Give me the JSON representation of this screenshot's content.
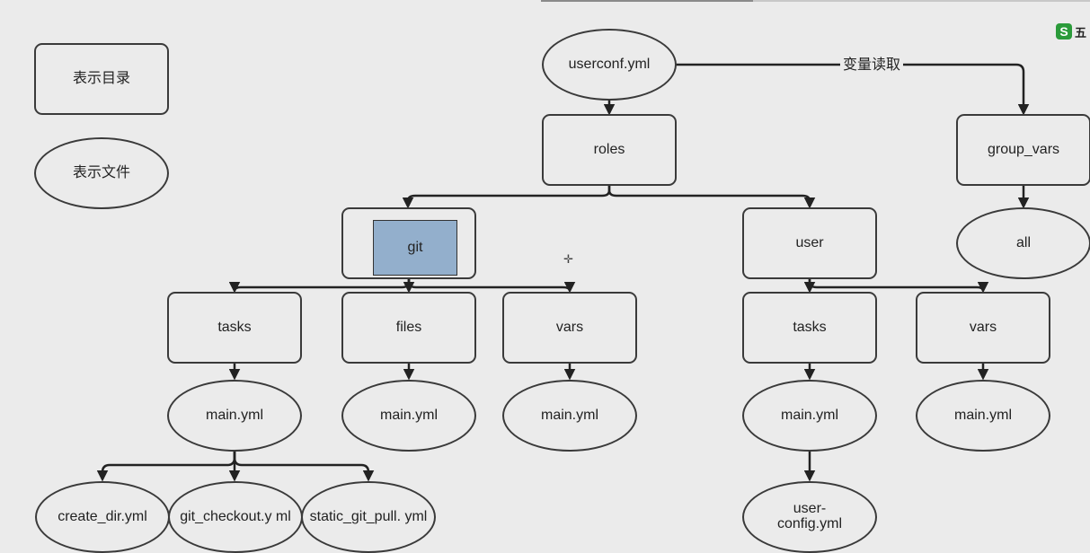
{
  "legend": {
    "directory_label": "表示目录",
    "file_label": "表示文件"
  },
  "nodes": {
    "userconf": "userconf.yml",
    "roles": "roles",
    "group_vars": "group_vars",
    "all": "all",
    "git": "git",
    "user": "user",
    "git_tasks": "tasks",
    "git_files": "files",
    "git_vars": "vars",
    "user_tasks": "tasks",
    "user_vars": "vars",
    "git_tasks_main": "main.yml",
    "git_files_main": "main.yml",
    "git_vars_main": "main.yml",
    "user_tasks_main": "main.yml",
    "user_vars_main": "main.yml",
    "create_dir": "create_dir.yml",
    "git_checkout": "git_checkout.y ml",
    "static_git_pull": "static_git_pull. yml",
    "user_config": "user- config.yml"
  },
  "edge_labels": {
    "var_read": "变量读取"
  },
  "app_badge": {
    "icon": "S",
    "text": "五"
  },
  "colors": {
    "background": "#ebebeb",
    "stroke": "#3a3a3a",
    "highlight": "#93afcc",
    "badge": "#2b9b3a"
  }
}
